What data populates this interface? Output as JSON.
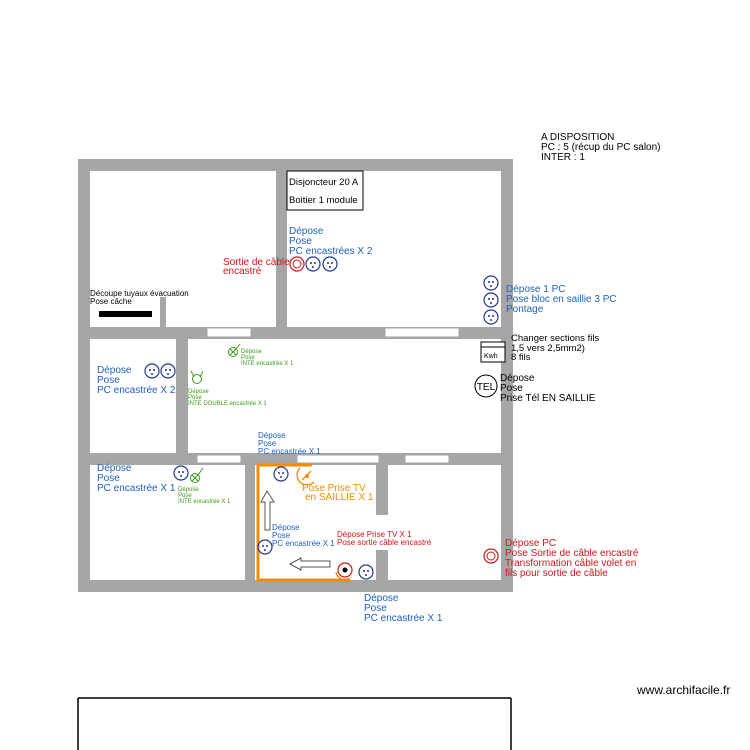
{
  "header": {
    "line1": "A DISPOSITION",
    "line2": "PC :  5 (récup du PC salon)",
    "line3": "INTER : 1"
  },
  "panel": {
    "line1": "Disjoncteur 20 A",
    "line2": "Boitier 1 module"
  },
  "labels": {
    "top_middle": [
      "Dépose",
      "Pose",
      "PC encastrées X 2"
    ],
    "cable_exit_top": [
      "Sortie de câble",
      "encastré"
    ],
    "evacuation": [
      "Découpe tuyaux évacuation",
      "Pose câche"
    ],
    "right_top": [
      "Dépose 1 PC",
      "Pose bloc en saillie 3 PC",
      "Pontage"
    ],
    "sections": [
      "Changer sections fils",
      "1,5 vers 2,5mm2)",
      "8 fils"
    ],
    "kwh": "Kwh",
    "tel_symbol": "TEL",
    "tel": [
      "Dépose",
      "Pose",
      "Prise Tél EN SAILLIE"
    ],
    "left_middle": [
      "Dépose",
      "Pose",
      "PC encastrée X 2"
    ],
    "switch_top": [
      "Dépose",
      "Pose",
      "INTE encastrée X 1"
    ],
    "switch_double": [
      "Dépose",
      "Pose",
      "INTE DOUBLE encastrée X 1"
    ],
    "corridor_pc": [
      "Dépose",
      "Pose",
      "PC encastrée X 1"
    ],
    "bottom_left_pc": [
      "Dépose",
      "Pose",
      "PC encastrée X 1"
    ],
    "bottom_left_switch": [
      "Dépose",
      "Pose",
      "INTE encastrée X 1"
    ],
    "tv_pose": [
      "Pose Prise TV",
      "en SAILLIE X 1"
    ],
    "inner_pc": [
      "Dépose",
      "Pose",
      "PC encastrée X 1"
    ],
    "tv_depose": [
      "Dépose Prise TV X 1",
      "Pose sortie câble encastré"
    ],
    "right_bottom": [
      "Dépose PC",
      "Pose Sortie de câble encastré",
      "Transformation câble volet en",
      "fils pour sortie de câble"
    ],
    "bottom_pc": [
      "Dépose",
      "Pose",
      "PC encastrée X 1"
    ]
  },
  "footer": {
    "watermark": "www.archifacile.fr"
  },
  "colors": {
    "wall": "#a6a6a6",
    "blue_text": "#1f5fbf",
    "red_text": "#d0161b",
    "green_text": "#3a9a1a",
    "orange": "#f08c00",
    "outlet_blue": "#23378f",
    "black": "#000000"
  }
}
